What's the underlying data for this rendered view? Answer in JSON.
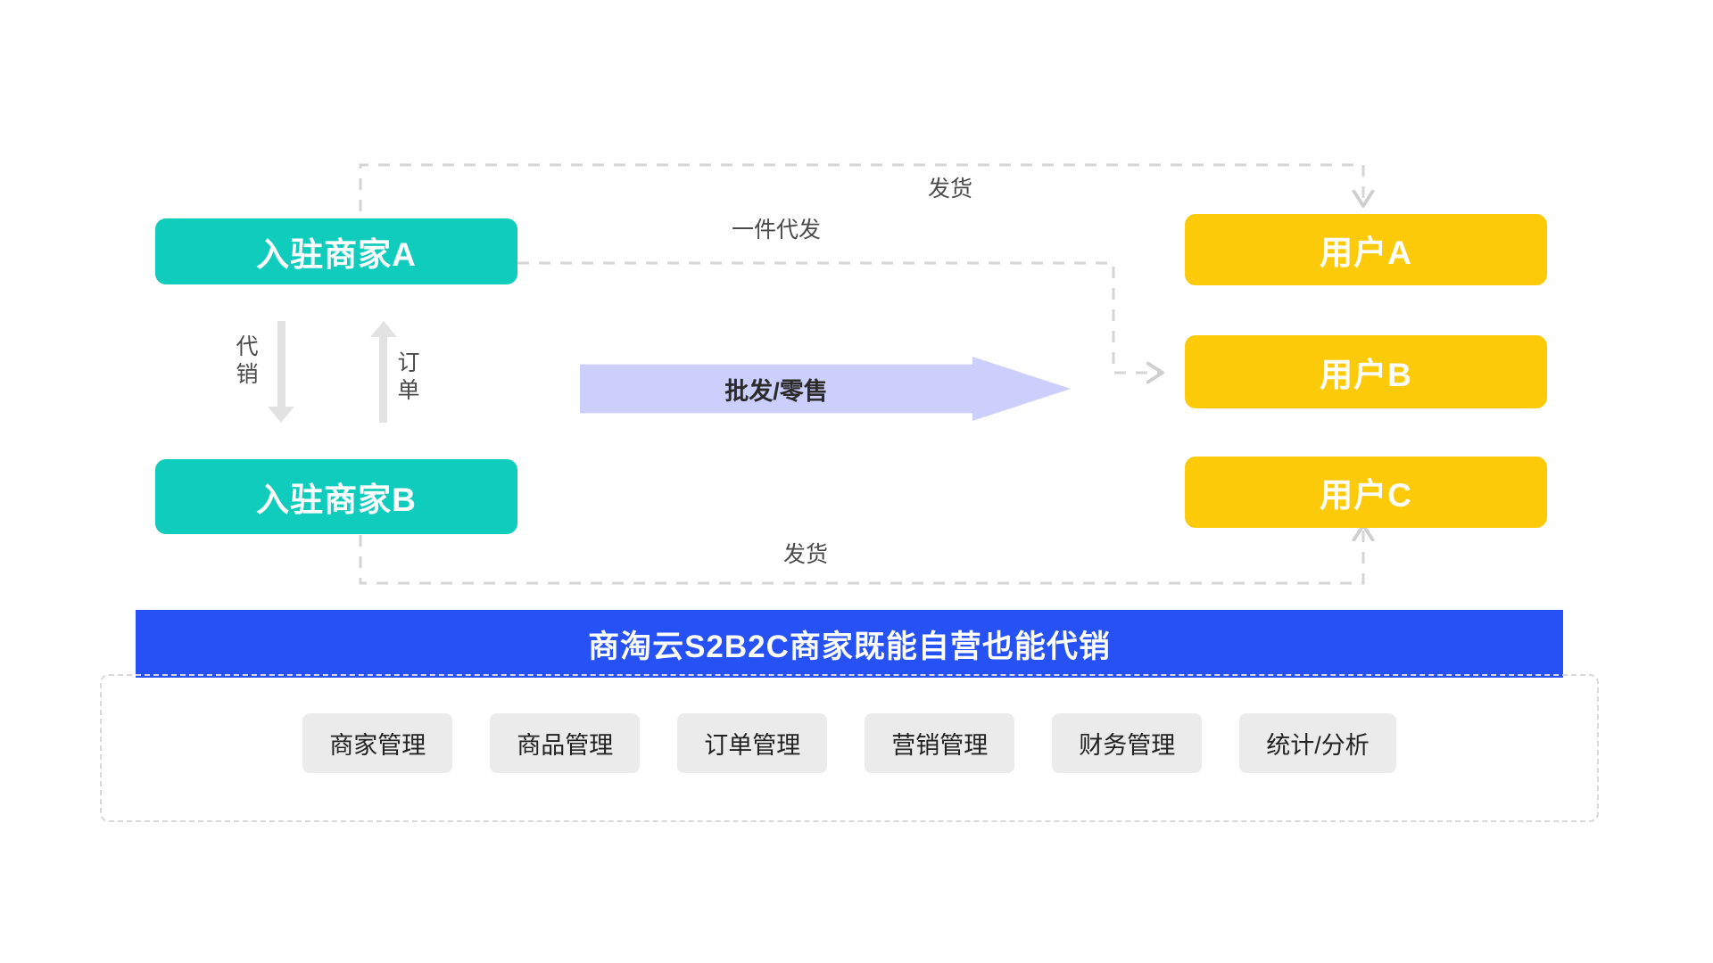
{
  "diagram": {
    "title_banner": "商淘云S2B2C商家既能自营也能代销",
    "merchants": [
      {
        "label": "入驻商家A"
      },
      {
        "label": "入驻商家B"
      }
    ],
    "users": [
      {
        "label": "用户A"
      },
      {
        "label": "用户B"
      },
      {
        "label": "用户C"
      }
    ],
    "flows": {
      "ship_top": "发货",
      "dropship": "一件代发",
      "wholesale_retail": "批发/零售",
      "ship_bottom": "发货",
      "consign": "代销",
      "order": "订单"
    },
    "modules": [
      {
        "label": "商家管理"
      },
      {
        "label": "商品管理"
      },
      {
        "label": "订单管理"
      },
      {
        "label": "营销管理"
      },
      {
        "label": "财务管理"
      },
      {
        "label": "统计/分析"
      }
    ],
    "colors": {
      "merchant": "#10CCBC",
      "user": "#FCCA08",
      "banner": "#2551F5",
      "wholesale_arrow": "#CCCFFB",
      "module_chip": "#EBEBEB",
      "connector": "#D5D5D5",
      "background": "#FFFFFF"
    }
  }
}
